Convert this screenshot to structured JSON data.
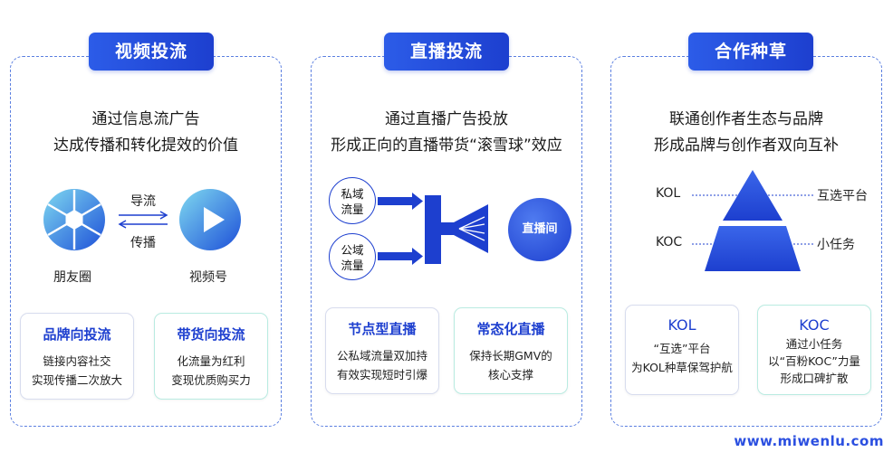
{
  "panels": [
    {
      "title": "视频投流",
      "headline": [
        "通过信息流广告",
        "达成传播和转化提效的价值"
      ],
      "diagram": {
        "left_label": "朋友圈",
        "right_label": "视频号",
        "arrow_top": "导流",
        "arrow_bottom": "传播"
      },
      "cards": [
        {
          "title": "品牌向投流",
          "desc": [
            "链接内容社交",
            "实现传播二次放大"
          ]
        },
        {
          "title": "带货向投流",
          "desc": [
            "化流量为红利",
            "变现优质购买力"
          ]
        }
      ]
    },
    {
      "title": "直播投流",
      "headline": [
        "通过直播广告投放",
        "形成正向的直播带货“滚雪球”效应"
      ],
      "diagram": {
        "source_top": [
          "私域",
          "流量"
        ],
        "source_bottom": [
          "公域",
          "流量"
        ],
        "target": "直播间"
      },
      "cards": [
        {
          "title": "节点型直播",
          "desc": [
            "公私域流量双加持",
            "有效实现短时引爆"
          ]
        },
        {
          "title": "常态化直播",
          "desc": [
            "保持长期GMV的",
            "核心支撑"
          ]
        }
      ]
    },
    {
      "title": "合作种草",
      "headline": [
        "联通创作者生态与品牌",
        "形成品牌与创作者双向互补"
      ],
      "diagram": {
        "left_top": "KOL",
        "left_bottom": "KOC",
        "right_top": "互选平台",
        "right_bottom": "小任务"
      },
      "cards": [
        {
          "title": "KOL",
          "desc": [
            "“互选”平台",
            "为KOL种草保驾护航"
          ]
        },
        {
          "title": "KOC",
          "desc": [
            "通过小任务",
            "以“百粉KOC”力量",
            "形成口碑扩散"
          ]
        }
      ]
    }
  ],
  "colors": {
    "primary": "#1d3fcf",
    "accent": "#2c5ce8",
    "teal": "#35c9b5"
  },
  "watermark": "www.miwenlu.com"
}
